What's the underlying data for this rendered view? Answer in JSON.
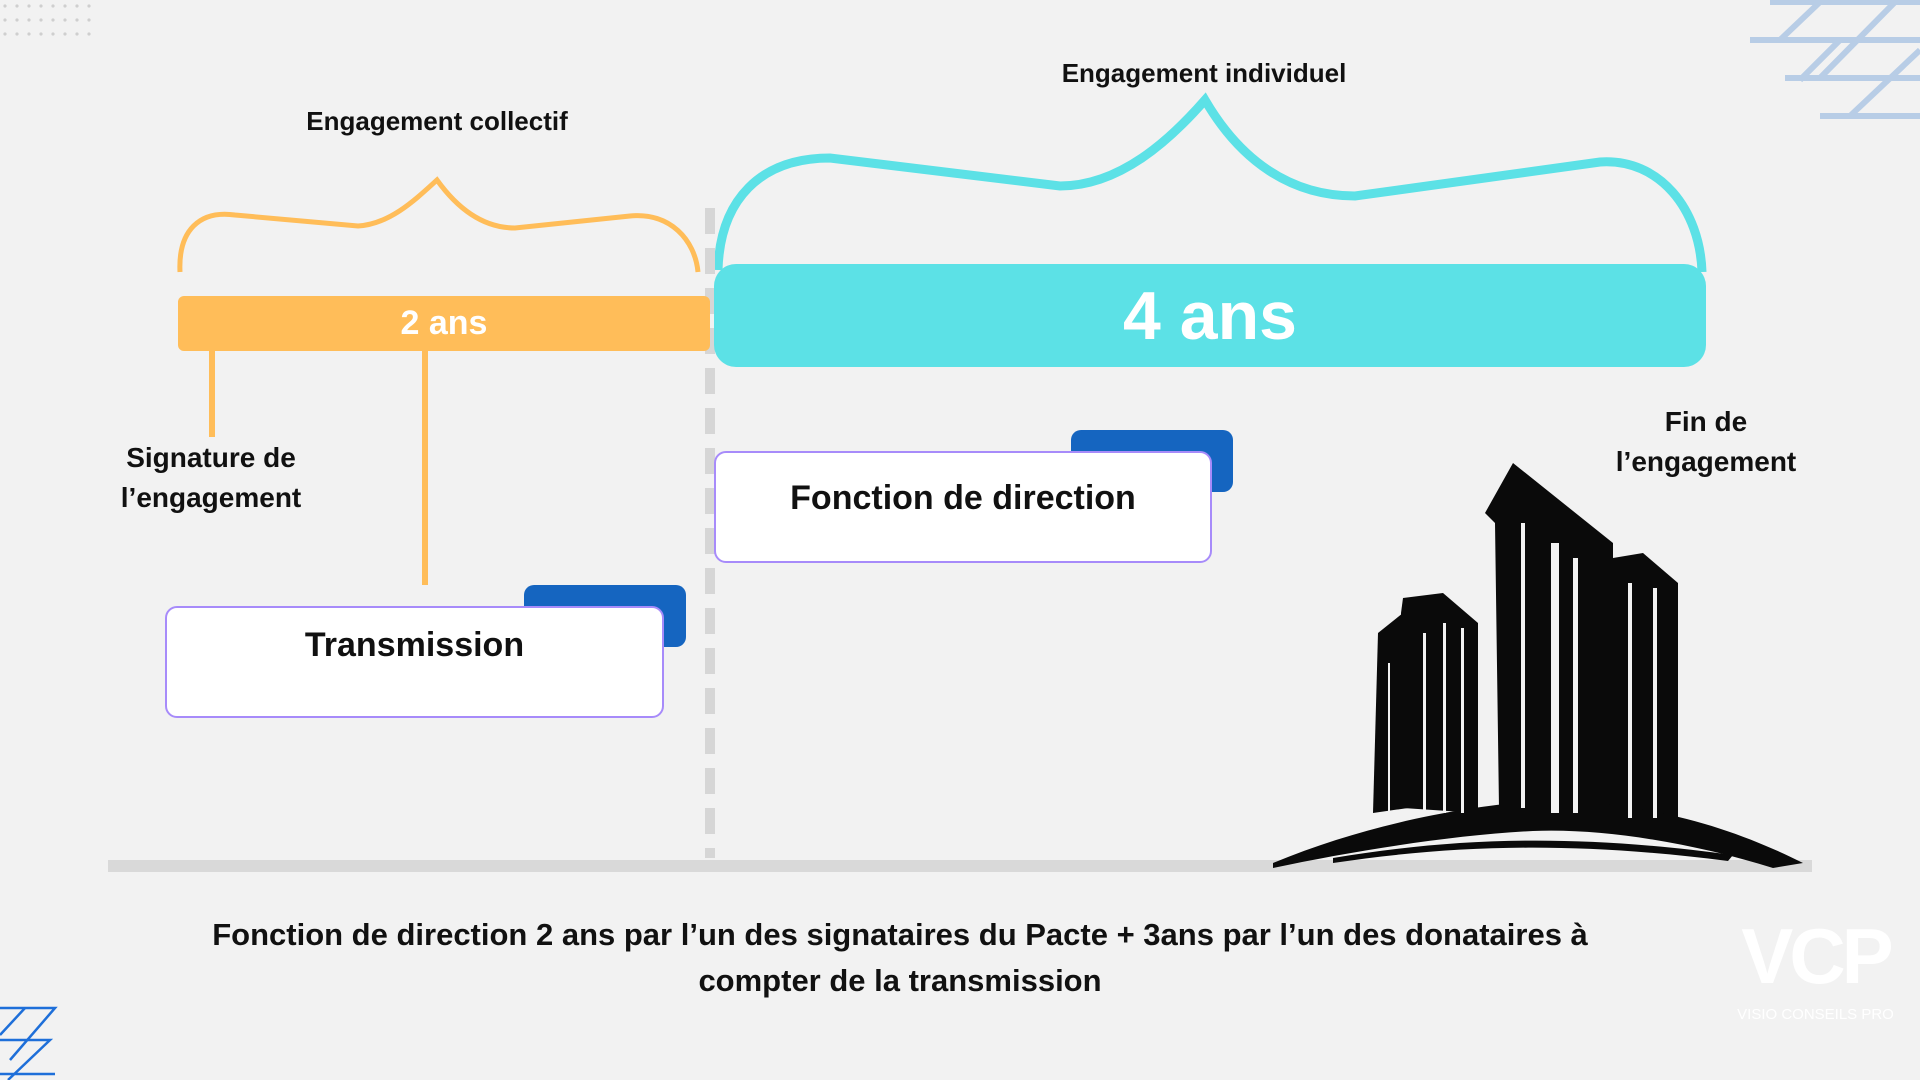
{
  "collective": {
    "label": "Engagement collectif",
    "duration": "2 ans",
    "color": "#ffbd59"
  },
  "individual": {
    "label": "Engagement individuel",
    "duration": "4 ans",
    "color": "#5ce1e6"
  },
  "markers": {
    "signature": [
      "Signature de",
      "l’engagement"
    ],
    "end": [
      "Fin de",
      "l’engagement"
    ]
  },
  "cards": {
    "transmission": "Transmission",
    "direction": "Fonction de direction"
  },
  "footer": {
    "line1": "Fonction de direction 2 ans par l’un des signataires du Pacte + 3ans par l’un des donataires à",
    "line2": "compter de la transmission"
  },
  "logo": {
    "mark": "VCP",
    "name": "VISIO CONSEILS PRO"
  },
  "colors": {
    "background": "#f2f2f2",
    "card_accent": "#1565c0",
    "card_border": "#a78bfa",
    "ground": "#d9d9d9"
  }
}
